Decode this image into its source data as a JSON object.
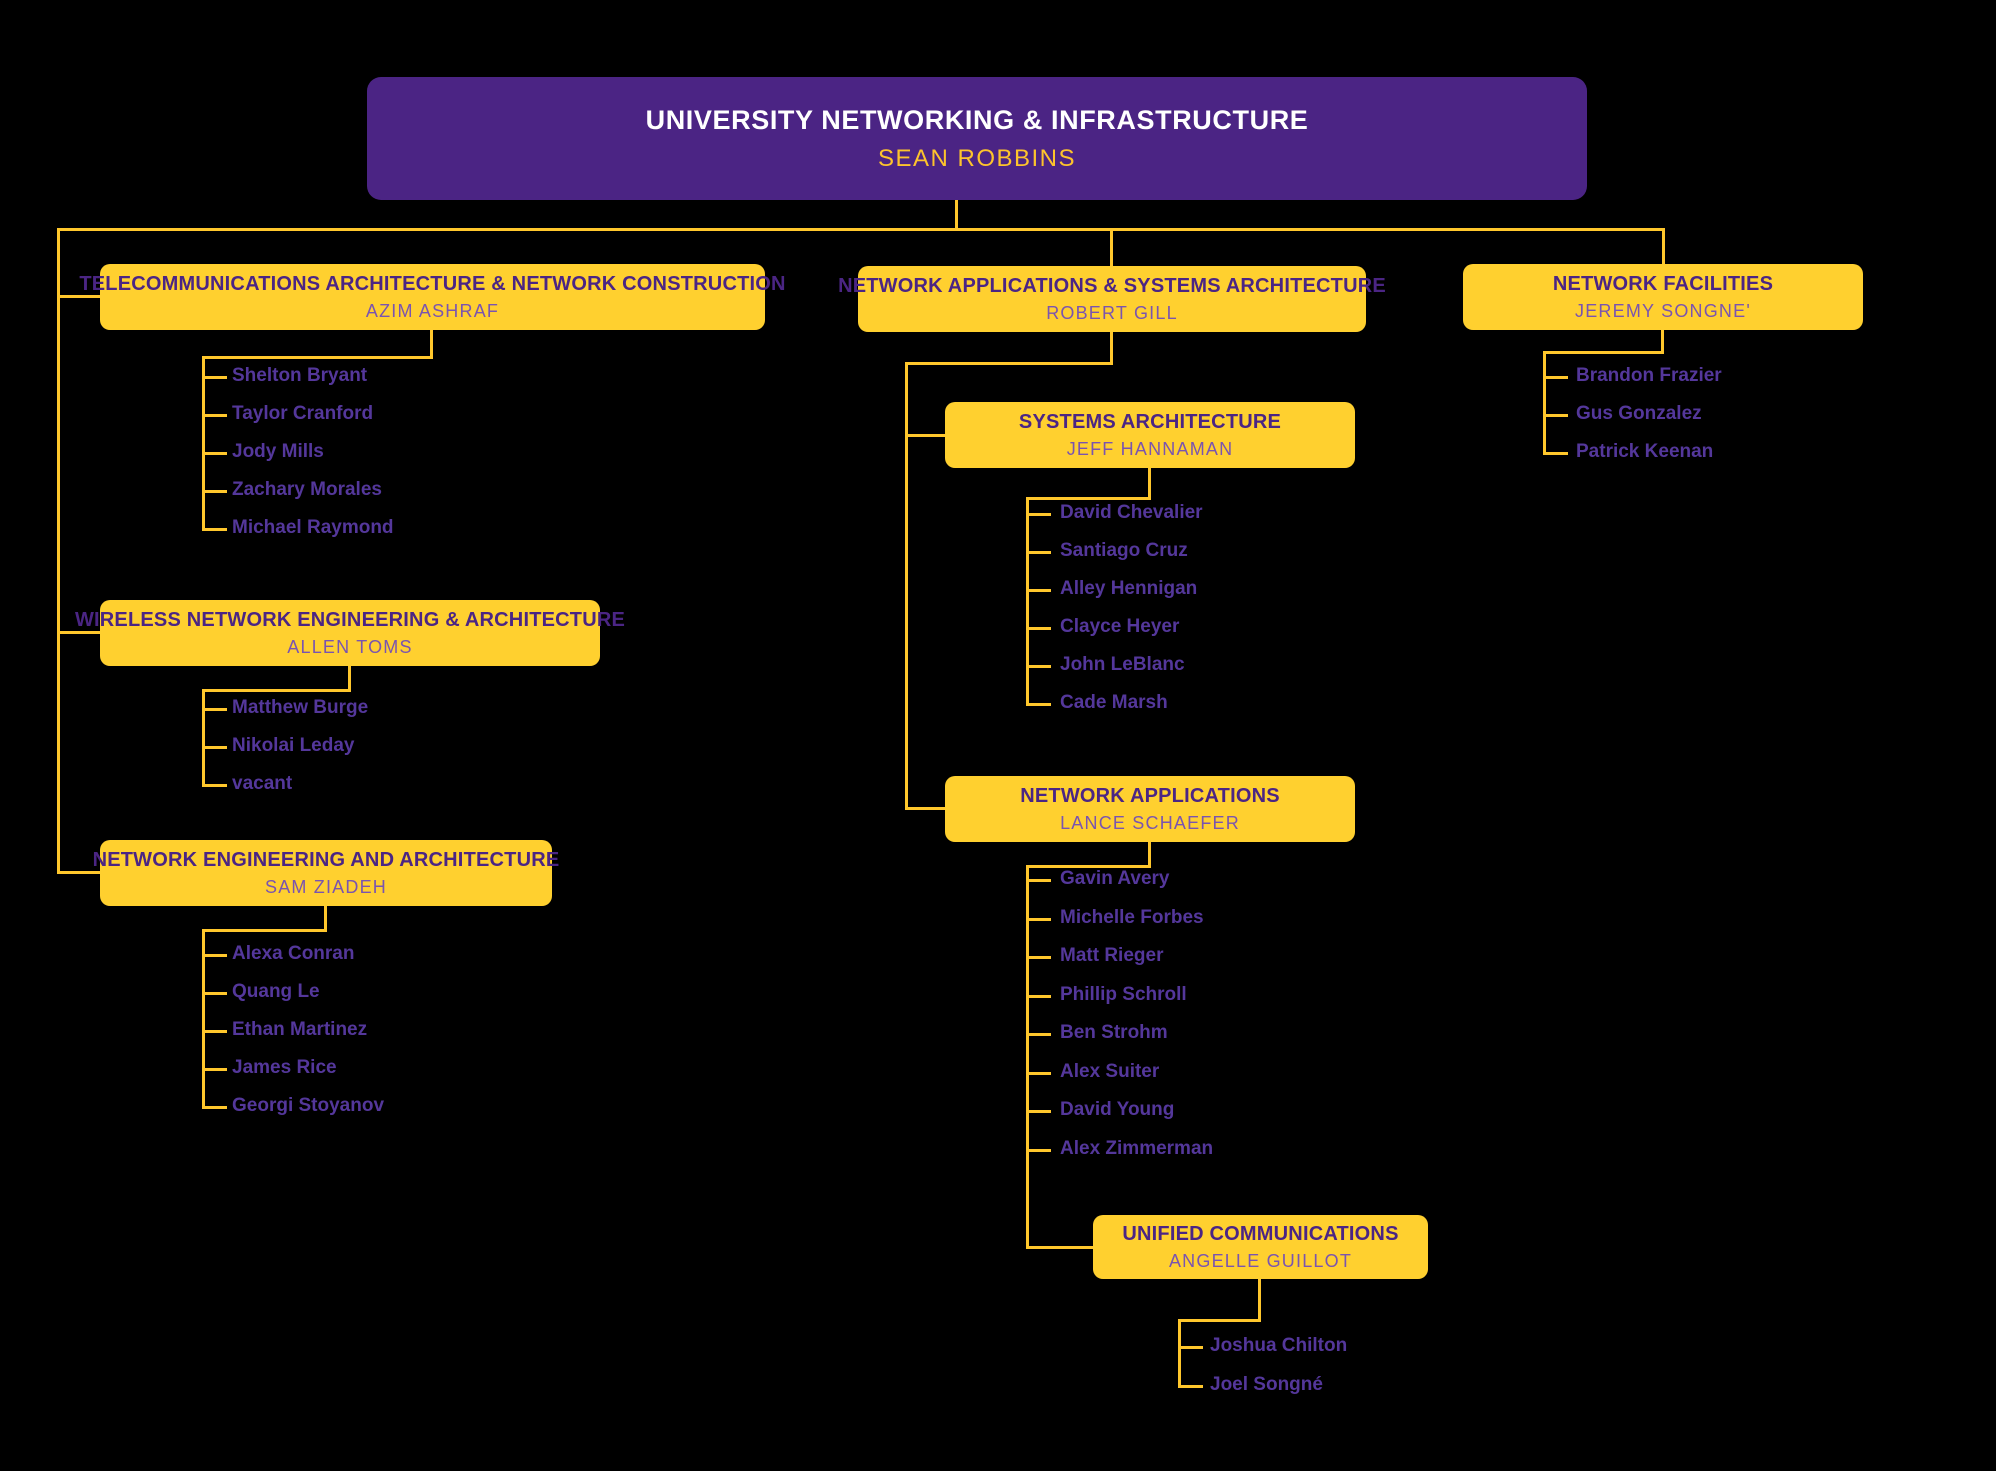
{
  "org": {
    "root": {
      "title": "UNIVERSITY NETWORKING & INFRASTRUCTURE",
      "manager": "SEAN ROBBINS"
    },
    "departments": {
      "telecom": {
        "title": "TELECOMMUNICATIONS ARCHITECTURE & NETWORK CONSTRUCTION",
        "manager": "AZIM ASHRAF",
        "staff": [
          "Shelton Bryant",
          "Taylor Cranford",
          "Jody Mills",
          "Zachary Morales",
          "Michael Raymond"
        ]
      },
      "wireless": {
        "title": "WIRELESS NETWORK ENGINEERING & ARCHITECTURE",
        "manager": "ALLEN TOMS",
        "staff": [
          "Matthew Burge",
          "Nikolai Leday",
          "vacant"
        ]
      },
      "neteng": {
        "title": "NETWORK ENGINEERING AND ARCHITECTURE",
        "manager": "SAM ZIADEH",
        "staff": [
          "Alexa Conran",
          "Quang Le",
          "Ethan Martinez",
          "James Rice",
          "Georgi Stoyanov"
        ]
      },
      "netapps_sys": {
        "title": "NETWORK APPLICATIONS & SYSTEMS ARCHITECTURE",
        "manager": "ROBERT GILL"
      },
      "sysarch": {
        "title": "SYSTEMS ARCHITECTURE",
        "manager": "JEFF HANNAMAN",
        "staff": [
          "David Chevalier",
          "Santiago Cruz",
          "Alley Hennigan",
          "Clayce Heyer",
          "John LeBlanc",
          "Cade Marsh"
        ]
      },
      "netapps": {
        "title": "NETWORK APPLICATIONS",
        "manager": "LANCE SCHAEFER",
        "staff": [
          "Gavin Avery",
          "Michelle Forbes",
          "Matt Rieger",
          "Phillip Schroll",
          "Ben Strohm",
          "Alex Suiter",
          "David Young",
          "Alex Zimmerman"
        ]
      },
      "unified": {
        "title": "UNIFIED COMMUNICATIONS",
        "manager": "ANGELLE GUILLOT",
        "staff": [
          "Joshua Chilton",
          "Joel Songné"
        ]
      },
      "facilities": {
        "title": "NETWORK FACILITIES",
        "manager": "JEREMY SONGNE'",
        "staff": [
          "Brandon Frazier",
          "Gus Gonzalez",
          "Patrick Keenan"
        ]
      }
    },
    "colors": {
      "background": "#000000",
      "root_box": "#4B2484",
      "dept_box": "#FFD02F",
      "connector": "#FFC72C",
      "root_title": "#FFFFFF",
      "root_manager": "#FDC32C",
      "dept_title": "#4B2584",
      "dept_manager": "#7A54B0",
      "staff_name": "#54379B"
    }
  }
}
